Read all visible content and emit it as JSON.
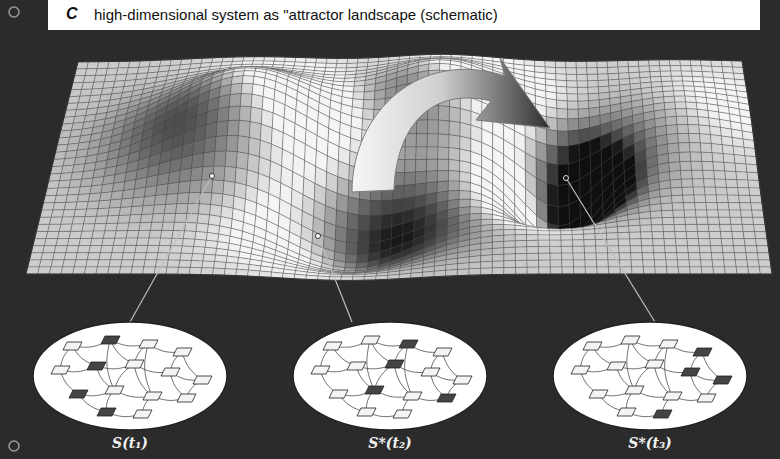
{
  "diagram": {
    "title": "high-dimensional system as \"attractor landscape (schematic)",
    "nodes": [
      {
        "text": [
          "S(t₁)"
        ]
      },
      {
        "text": [
          "S*(t₂)"
        ]
      },
      {
        "text": [
          "S*(t₃)"
        ]
      }
    ],
    "labels": [
      "C"
    ]
  }
}
